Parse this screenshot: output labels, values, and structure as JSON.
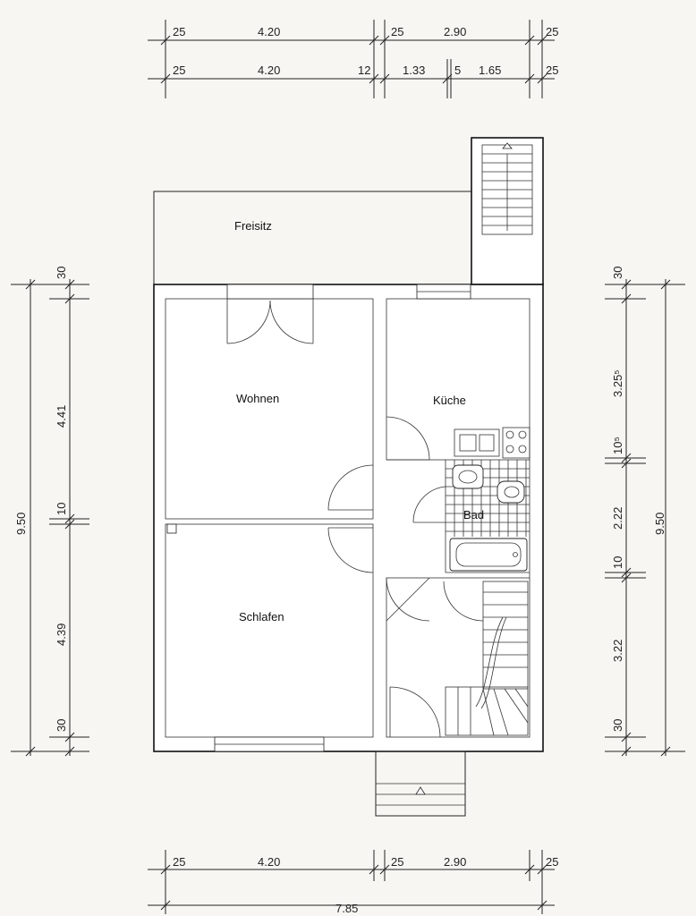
{
  "rooms": {
    "freisitz": "Freisitz",
    "wohnen": "Wohnen",
    "kueche": "Küche",
    "bad": "Bad",
    "schlafen": "Schlafen"
  },
  "dims_top": {
    "row1": [
      "25",
      "4.20",
      "25",
      "2.90",
      "25"
    ],
    "row2": [
      "25",
      "4.20",
      "12",
      "1.33",
      "5",
      "1.65",
      "25"
    ]
  },
  "dims_bottom": {
    "row1": [
      "25",
      "4.20",
      "25",
      "2.90",
      "25"
    ],
    "total": "7.85"
  },
  "dims_left": {
    "total": "9.50",
    "parts": [
      "30",
      "4.41",
      "10",
      "4.39",
      "30"
    ]
  },
  "dims_right": {
    "total": "9.50",
    "parts": [
      "30",
      "3.25⁵",
      "10⁵",
      "2.22",
      "10",
      "3.22",
      "30"
    ]
  }
}
